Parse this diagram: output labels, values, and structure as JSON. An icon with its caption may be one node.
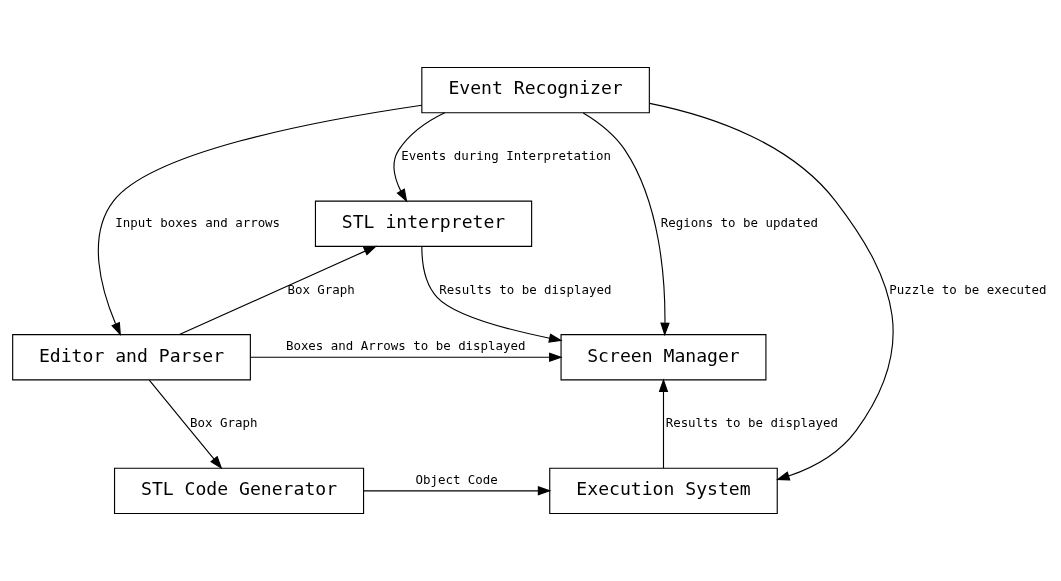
{
  "diagram": {
    "nodes": [
      {
        "text": [
          "STL interpreter"
        ]
      },
      {
        "text": [
          "Event Recognizer"
        ]
      },
      {
        "text": [
          "Screen Manager"
        ]
      },
      {
        "text": [
          "Editor and Parser"
        ]
      },
      {
        "text": [
          "Execution System"
        ]
      },
      {
        "text": [
          "STL Code Generator"
        ]
      }
    ],
    "edges": [
      {
        "from": 0,
        "to": 2,
        "arrow": "to",
        "label": "Results to be displayed"
      },
      {
        "from": 1,
        "to": 0,
        "arrow": "to",
        "label": "Events during Interpretation"
      },
      {
        "from": 1,
        "to": 2,
        "arrow": "to",
        "label": "Regions to be updated"
      },
      {
        "from": 1,
        "to": 3,
        "arrow": "to",
        "label": "Input boxes and arrows"
      },
      {
        "from": 3,
        "to": 0,
        "arrow": "to",
        "label": "Box Graph"
      },
      {
        "from": 3,
        "to": 2,
        "arrow": "to",
        "label": "Boxes and Arrows to be displayed"
      },
      {
        "from": 1,
        "to": 4,
        "arrow": "to",
        "label": "Puzzle to be executed"
      },
      {
        "from": 3,
        "to": 5,
        "arrow": "to",
        "label": "Box Graph"
      },
      {
        "from": 5,
        "to": 4,
        "arrow": "to",
        "label": "Object Code"
      },
      {
        "from": 4,
        "to": 2,
        "arrow": "to",
        "label": "Results to be displayed"
      }
    ]
  }
}
